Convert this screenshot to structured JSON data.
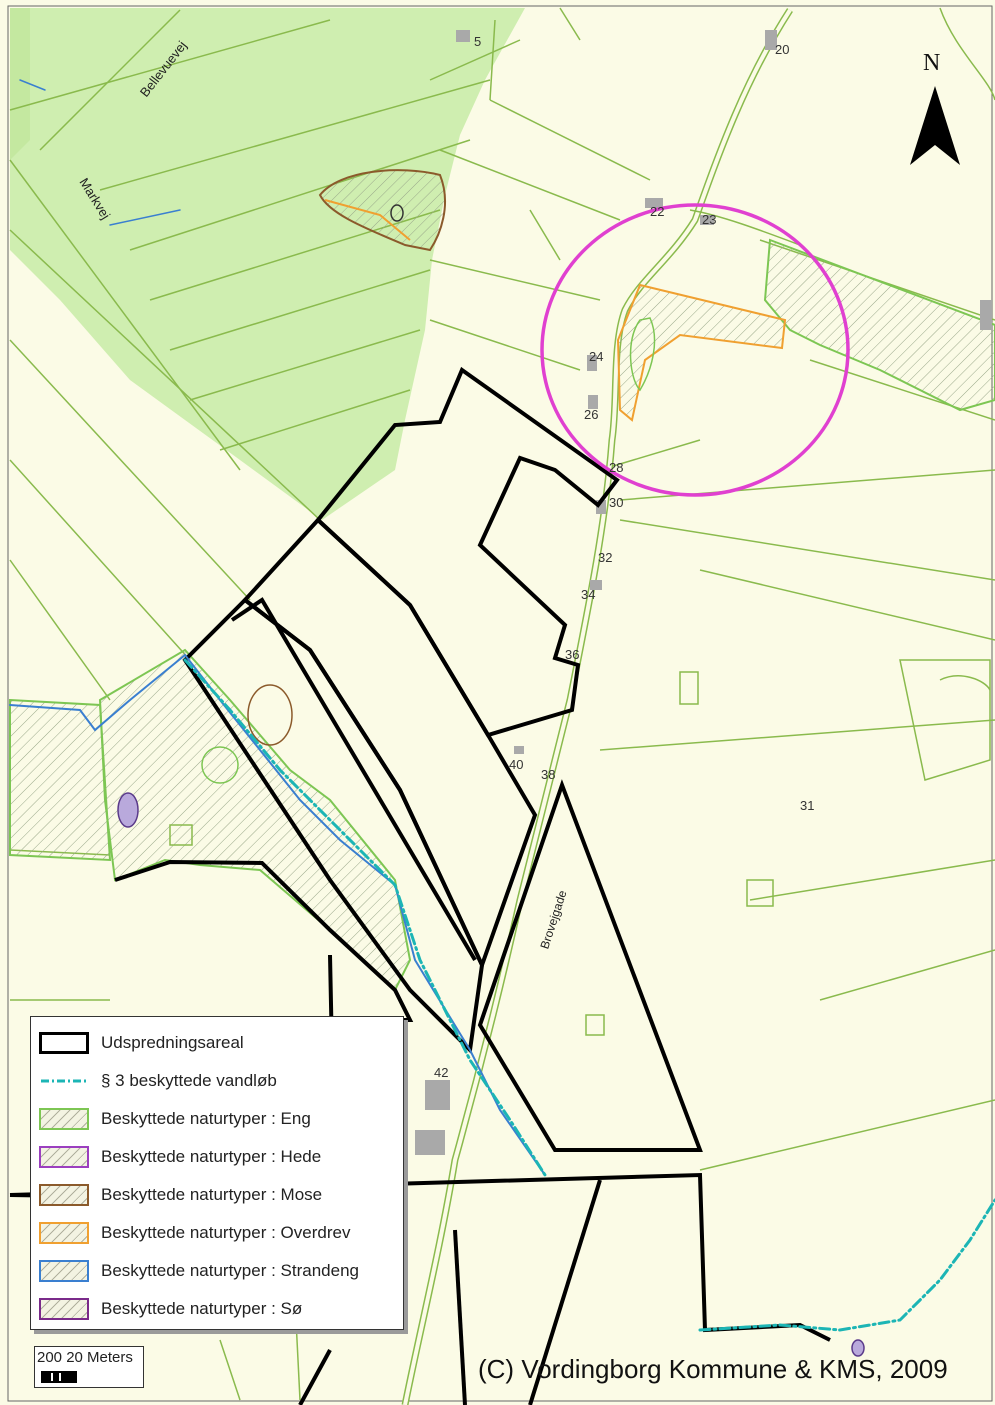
{
  "map": {
    "colors": {
      "background": "#fbfbe6",
      "forest": "#cfeeb0",
      "field_line": "#8aba4d",
      "boundary": "#000000",
      "highlight_circle": "#e040d0",
      "watercourse": "#1cb5b5",
      "building": "#a9a9a9"
    },
    "road_labels": [
      "Bellevuevej",
      "Markvej",
      "Brovejgade"
    ],
    "house_numbers": [
      "5",
      "20",
      "22",
      "23",
      "24",
      "26",
      "28",
      "30",
      "32",
      "34",
      "36",
      "38",
      "40",
      "31",
      "42"
    ],
    "north_arrow": {
      "label": "N",
      "icon": "north-arrow-icon"
    }
  },
  "legend": {
    "items": [
      {
        "label": "Udspredningsareal",
        "symbol": "thick-black-outline",
        "color": "#000000"
      },
      {
        "label": "§ 3 beskyttede vandløb",
        "symbol": "dash-dot-line",
        "color": "#1cb5b5"
      },
      {
        "label": "Beskyttede naturtyper : Eng",
        "symbol": "hatched-box",
        "color": "#7dc653"
      },
      {
        "label": "Beskyttede naturtyper : Hede",
        "symbol": "hatched-box",
        "color": "#9b3fbf"
      },
      {
        "label": "Beskyttede naturtyper : Mose",
        "symbol": "hatched-box",
        "color": "#8b5a2b"
      },
      {
        "label": "Beskyttede naturtyper : Overdrev",
        "symbol": "hatched-box",
        "color": "#f0a030"
      },
      {
        "label": "Beskyttede naturtyper : Strandeng",
        "symbol": "hatched-box",
        "color": "#3a7fd0"
      },
      {
        "label": "Beskyttede naturtyper : Sø",
        "symbol": "hatched-box",
        "color": "#7a2a8a"
      }
    ]
  },
  "scale_bar": {
    "text": "200 20 Meters"
  },
  "copyright": "(C) Vordingborg Kommune & KMS, 2009"
}
